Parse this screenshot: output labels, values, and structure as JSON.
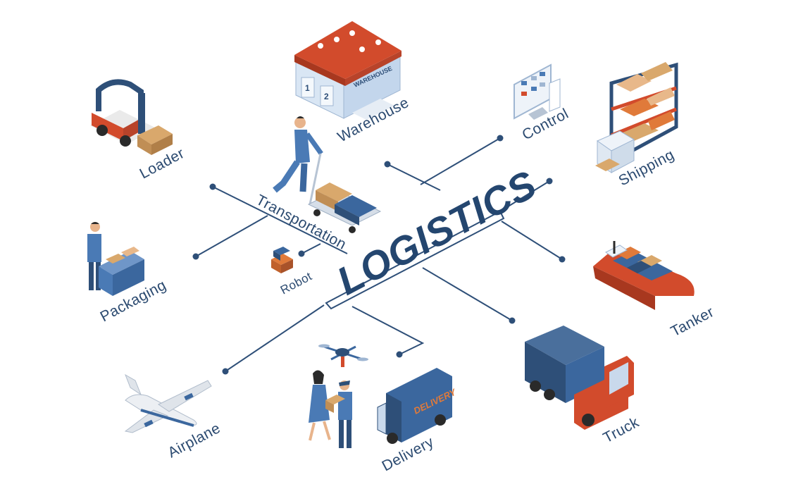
{
  "title": "LOGISTICS",
  "nodes": {
    "warehouse": "Warehouse",
    "warehouse_sign": "WAREHOUSE",
    "dock1": "1",
    "dock2": "2",
    "loader": "Loader",
    "transportation": "Transportation",
    "control": "Control",
    "shipping": "Shipping",
    "packaging": "Packaging",
    "robot": "Robot",
    "tanker": "Tanker",
    "airplane": "Airplane",
    "delivery": "Delivery",
    "van_sign": "DELIVERY",
    "truck": "Truck"
  },
  "colors": {
    "navy": "#2e4f78",
    "red": "#d24b2c",
    "orange": "#e07a3a",
    "cardboard": "#d9a86c",
    "lightblue": "#c9d9ec"
  }
}
